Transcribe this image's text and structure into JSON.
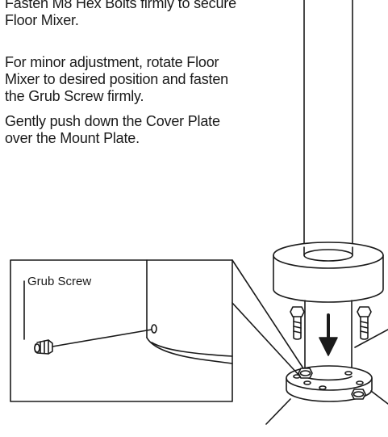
{
  "instructions": [
    "Fasten M8 Hex Bolts firmly to secure Floor Mixer.",
    "For minor adjustment, rotate Floor Mixer to desired position and fasten the Grub Screw firmly.",
    "Gently push down the Cover Plate over the Mount Plate."
  ],
  "callout": {
    "label": "Grub Screw"
  },
  "colors": {
    "line": "#1a1a1a",
    "background": "#ffffff"
  },
  "icons": [
    "down-arrow-icon",
    "hex-bolt-icon",
    "grub-screw-icon"
  ]
}
